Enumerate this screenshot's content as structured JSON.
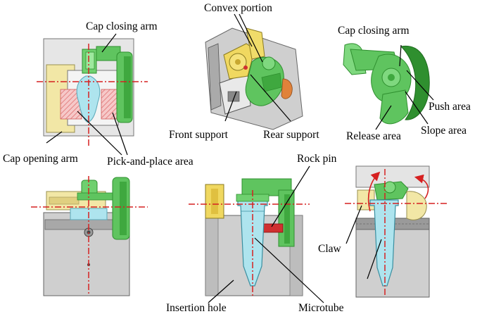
{
  "labels": {
    "cap_closing_arm_1": "Cap closing arm",
    "convex_portion": "Convex portion",
    "cap_closing_arm_2": "Cap closing arm",
    "push_area": "Push area",
    "slope_area": "Slope area",
    "release_area": "Release area",
    "front_support": "Front support",
    "rear_support": "Rear support",
    "cap_opening_arm": "Cap opening arm",
    "pick_and_place_area": "Pick-and-place area",
    "rock_pin": "Rock pin",
    "claw": "Claw",
    "insertion_hole": "Insertion hole",
    "microtube": "Microtube"
  },
  "colors": {
    "arm_green": "#5fc45f",
    "arm_dark_green": "#2f8f2f",
    "cap_yellow": "#f2e7a6",
    "tube_blue": "#aee4ee",
    "metal_gray": "#c8c8c8",
    "centerline_red": "#d62020",
    "hatch_red": "#e88a8a"
  }
}
